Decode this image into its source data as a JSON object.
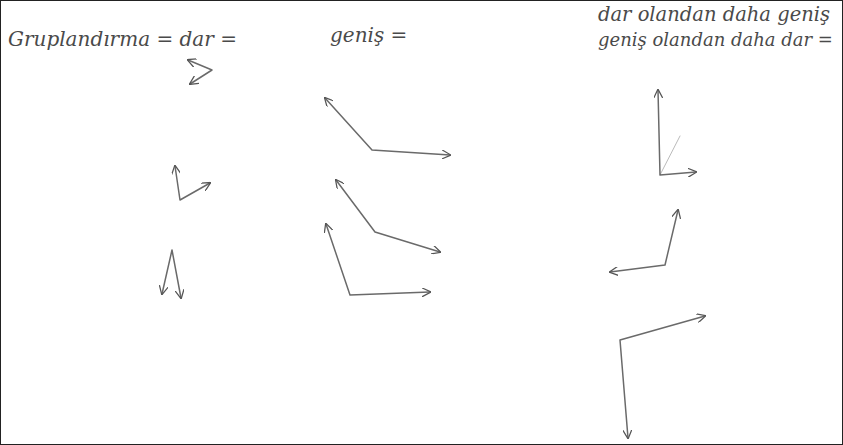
{
  "diagram": {
    "labels": [
      "Gruplandırma = dar =",
      "geniş =",
      "dar olandan daha geniş",
      "geniş olandan daha dar ="
    ]
  }
}
